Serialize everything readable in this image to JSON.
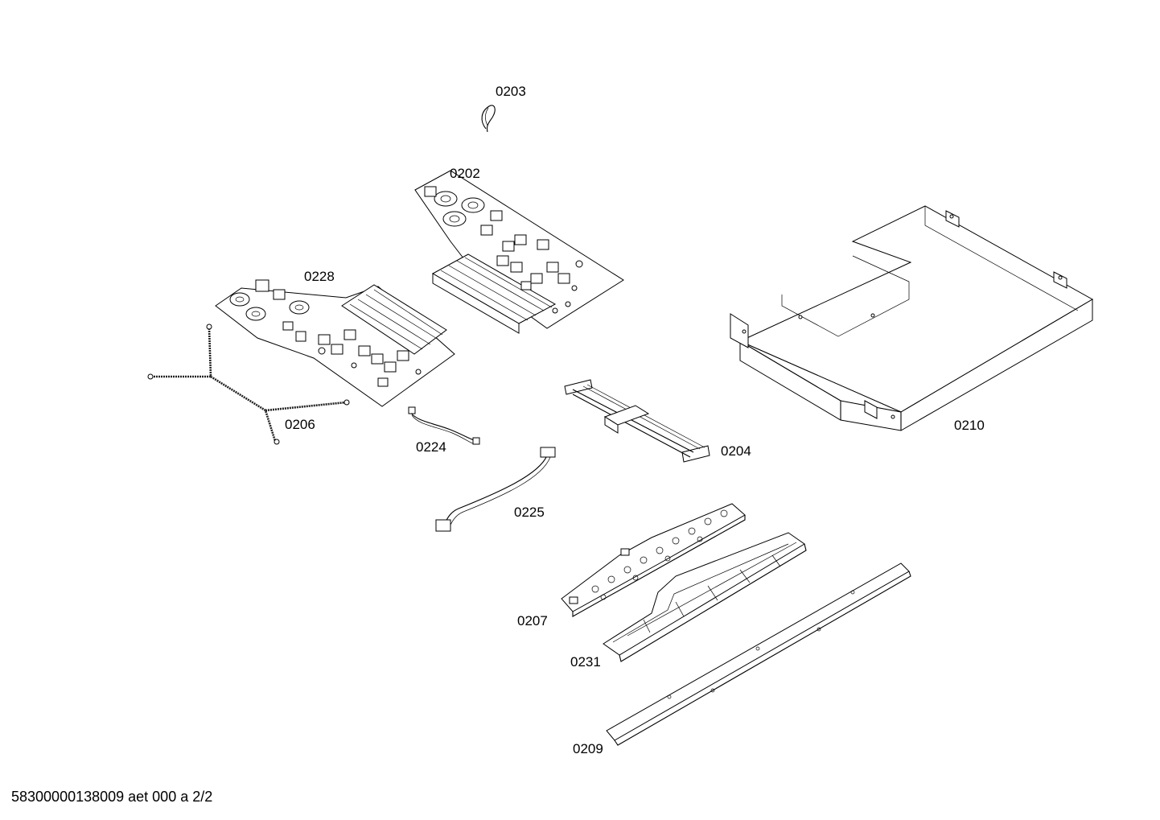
{
  "parts": [
    {
      "id": "p0203",
      "label": "0203"
    },
    {
      "id": "p0202",
      "label": "0202"
    },
    {
      "id": "p0228",
      "label": "0228"
    },
    {
      "id": "p0210",
      "label": "0210"
    },
    {
      "id": "p0206",
      "label": "0206"
    },
    {
      "id": "p0224",
      "label": "0224"
    },
    {
      "id": "p0204",
      "label": "0204"
    },
    {
      "id": "p0225",
      "label": "0225"
    },
    {
      "id": "p0207",
      "label": "0207"
    },
    {
      "id": "p0231",
      "label": "0231"
    },
    {
      "id": "p0209",
      "label": "0209"
    }
  ],
  "footer": "58300000138009 aet 000 a 2/2"
}
